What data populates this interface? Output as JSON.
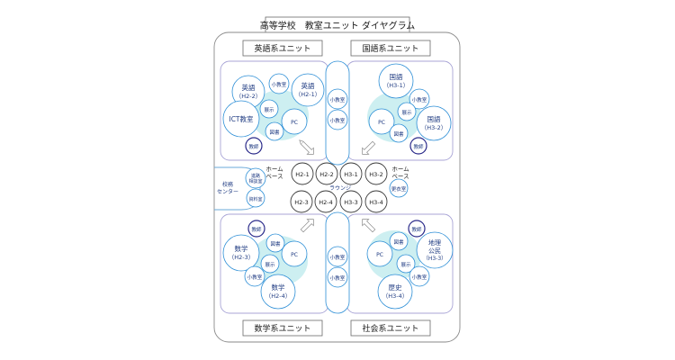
{
  "title": "高等学校　教室ユニット ダイヤグラム",
  "units": {
    "english": {
      "label": "英語系ユニット",
      "english_h22": [
        "英語",
        "（H2-2）"
      ],
      "english_h21": [
        "英語",
        "（H2-1）"
      ],
      "small_room": "小教室",
      "ict": "ICT教室",
      "display": "展示",
      "pc": "PC",
      "library": "図書",
      "teacher": "教師"
    },
    "japanese": {
      "label": "国語系ユニット",
      "kokugo_h31": [
        "国語",
        "（H3-1）"
      ],
      "kokugo_h32": [
        "国語",
        "（H3-2）"
      ],
      "small_room": "小教室",
      "display": "展示",
      "pc": "PC",
      "library": "図書",
      "teacher": "教師"
    },
    "math": {
      "label": "数学系ユニット",
      "teacher": "教師",
      "math_h23": [
        "数学",
        "（H2-3）"
      ],
      "math_h24": [
        "数学",
        "（H2-4）"
      ],
      "library": "図書",
      "pc": "PC",
      "display": "展示",
      "small_room": "小教室"
    },
    "social": {
      "label": "社会系ユニット",
      "teacher": "教師",
      "geo": [
        "地理",
        "公民",
        "（H3-3）"
      ],
      "history": [
        "歴史",
        "（H3-4）"
      ],
      "library": "図書",
      "pc": "PC",
      "display": "展示",
      "small_room": "小教室"
    }
  },
  "center": {
    "small_room_top_1": "小教室",
    "small_room_top_2": "小教室",
    "small_room_bottom_1": "小教室",
    "small_room_bottom_2": "小教室",
    "homebase_left": [
      "ホーム",
      "ベース"
    ],
    "homebase_right": [
      "ホーム",
      "ベース"
    ],
    "lounge": "ラウンジ",
    "rooms_top": [
      "H2-1",
      "H2-2",
      "H3-1",
      "H3-2"
    ],
    "rooms_bottom": [
      "H2-3",
      "H2-4",
      "H3-3",
      "H3-4"
    ],
    "changing_room": "更衣室",
    "counseling": [
      "進路",
      "相談室"
    ],
    "resource_room": "資料室",
    "school_affairs": [
      "校務",
      "センター"
    ]
  }
}
